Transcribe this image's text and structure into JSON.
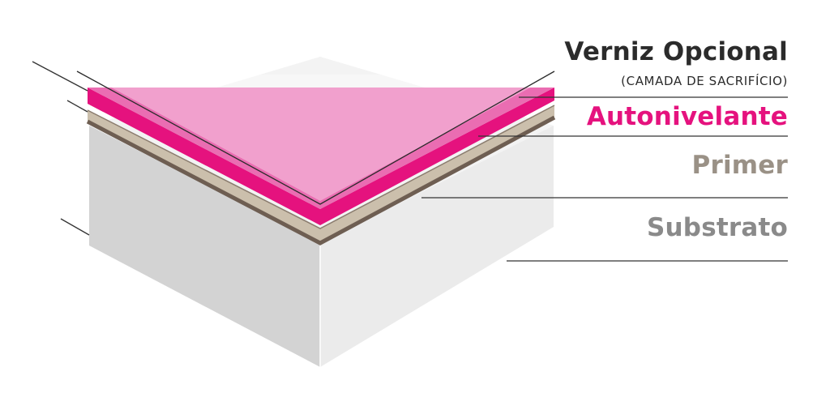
{
  "layers": {
    "varnish": {
      "title": "Verniz Opcional",
      "subtitle": "(CAMADA DE SACRIFÍCIO)",
      "color": "#2b2b2b"
    },
    "self_leveling": {
      "title": "Autonivelante",
      "color": "#e5127e"
    },
    "primer": {
      "title": "Primer",
      "color": "#9a9186"
    },
    "substrate": {
      "title": "Substrato",
      "color": "#8a8a8a"
    }
  },
  "colors": {
    "pink_fill": "#ea6db2",
    "pink_edge": "#e5127e",
    "primer_fill": "#cdbfaa",
    "primer_edge": "#7a6a5d",
    "substrate_left": "#d2d2d2",
    "substrate_right": "#ececec",
    "leader_line": "#333333"
  }
}
